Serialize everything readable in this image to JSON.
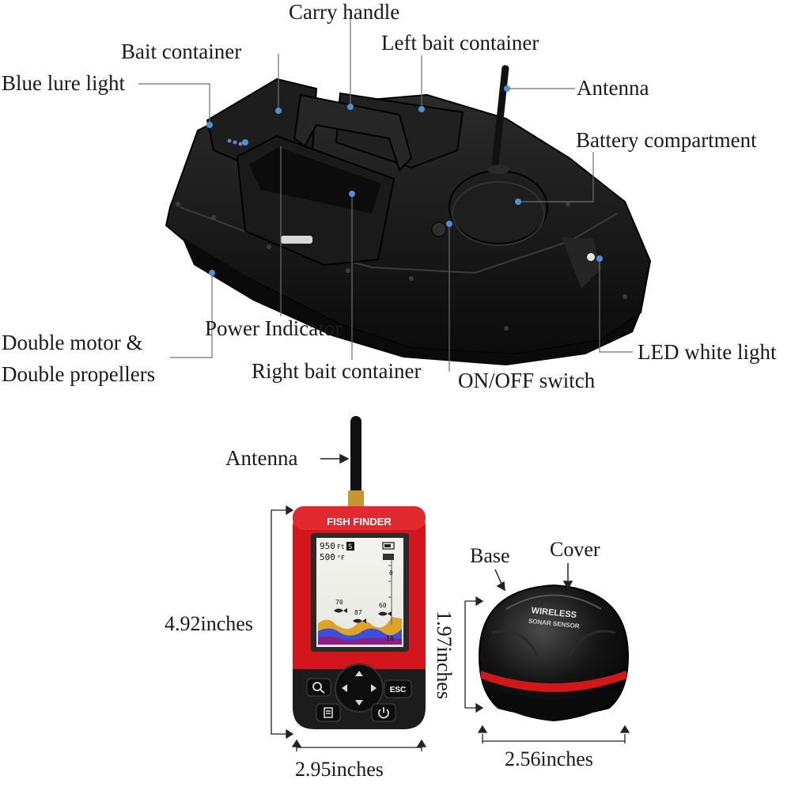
{
  "boat": {
    "labels": {
      "carry_handle": "Carry handle",
      "bait_container": "Bait container",
      "left_bait_container": "Left bait container",
      "blue_lure_light": "Blue lure light",
      "antenna": "Antenna",
      "battery_compartment": "Battery compartment",
      "double_motor_line1": "Double motor &",
      "double_motor_line2": "Double propellers",
      "power_indicator": "Power Indicator",
      "right_bait_container": "Right bait container",
      "on_off_switch": "ON/OFF switch",
      "led_white_light": "LED white light"
    }
  },
  "fish_finder": {
    "antenna_label": "Antenna",
    "device_title": "FISH FINDER",
    "screen": {
      "depth": "950",
      "depth_unit": "Ft",
      "depth_mode": "S",
      "temp": "500",
      "temp_unit": "°F",
      "scale_top": "0",
      "scale_bottom": "10",
      "fish_depths": [
        "70",
        "87",
        "60"
      ]
    },
    "buttons": {
      "esc": "ESC"
    },
    "height_dim": "4.92inches",
    "width_dim": "2.95inches"
  },
  "sonar_sensor": {
    "base_label": "Base",
    "cover_label": "Cover",
    "cover_text_line1": "WIRELESS",
    "cover_text_line2": "SONAR SENSOR",
    "height_dim": "1.97inches",
    "width_dim": "2.56inches"
  },
  "colors": {
    "boat_body": "#151515",
    "leader_line": "#6f6f6f",
    "callout_dot": "#4f8fd8",
    "finder_red": "#d3161c",
    "sonar_stripe": "#d01818"
  }
}
